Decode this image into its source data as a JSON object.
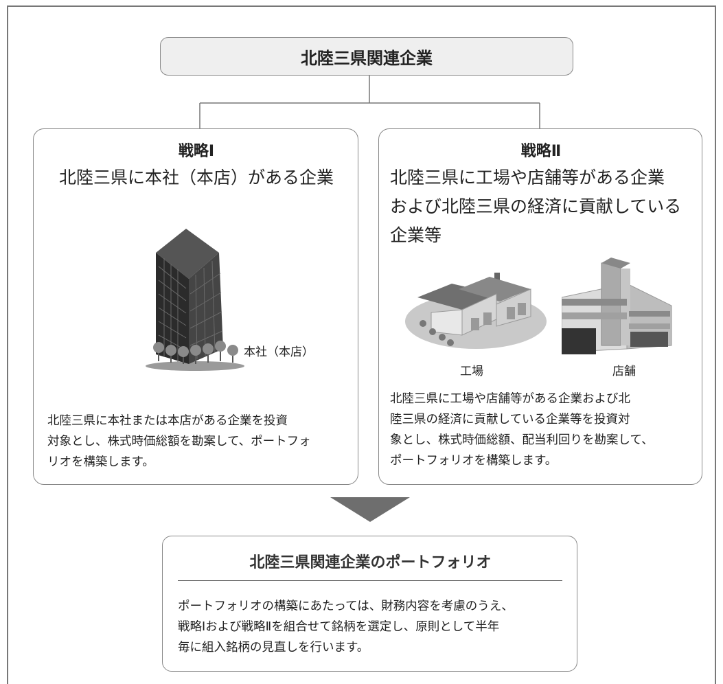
{
  "header": {
    "title": "北陸三県関連企業"
  },
  "strategies": [
    {
      "label": "戦略Ⅰ",
      "subtitle_lines": [
        "北陸三県に本社（本店）がある企業"
      ],
      "image_captions": [
        "本社（本店）"
      ],
      "icon_names": [
        "office-building-icon"
      ],
      "description_lines": [
        "北陸三県に本社または本店がある企業を投資",
        "対象とし、株式時価総額を勘案して、ポートフォ",
        "リオを構築します。"
      ]
    },
    {
      "label": "戦略Ⅱ",
      "subtitle_lines": [
        "北陸三県に工場や店舗等がある企業",
        "および北陸三県の経済に貢献している",
        "企業等"
      ],
      "image_captions": [
        "工場",
        "店舗"
      ],
      "icon_names": [
        "factory-icon",
        "store-icon"
      ],
      "description_lines": [
        "北陸三県に工場や店舗等がある企業および北",
        "陸三県の経済に貢献している企業等を投資対",
        "象とし、株式時価総額、配当利回りを勘案して、",
        "ポートフォリオを構築します。"
      ]
    }
  ],
  "result": {
    "title": "北陸三県関連企業のポートフォリオ",
    "description_lines": [
      "ポートフォリオの構築にあたっては、財務内容を考慮のうえ、",
      "戦略Iおよび戦略Ⅱを組合せて銘柄を選定し、原則として半年",
      "毎に組入銘柄の見直しを行います。"
    ]
  },
  "colors": {
    "border": "#888888",
    "header_fill": "#efefef",
    "arrow": "#6e6e6e"
  }
}
